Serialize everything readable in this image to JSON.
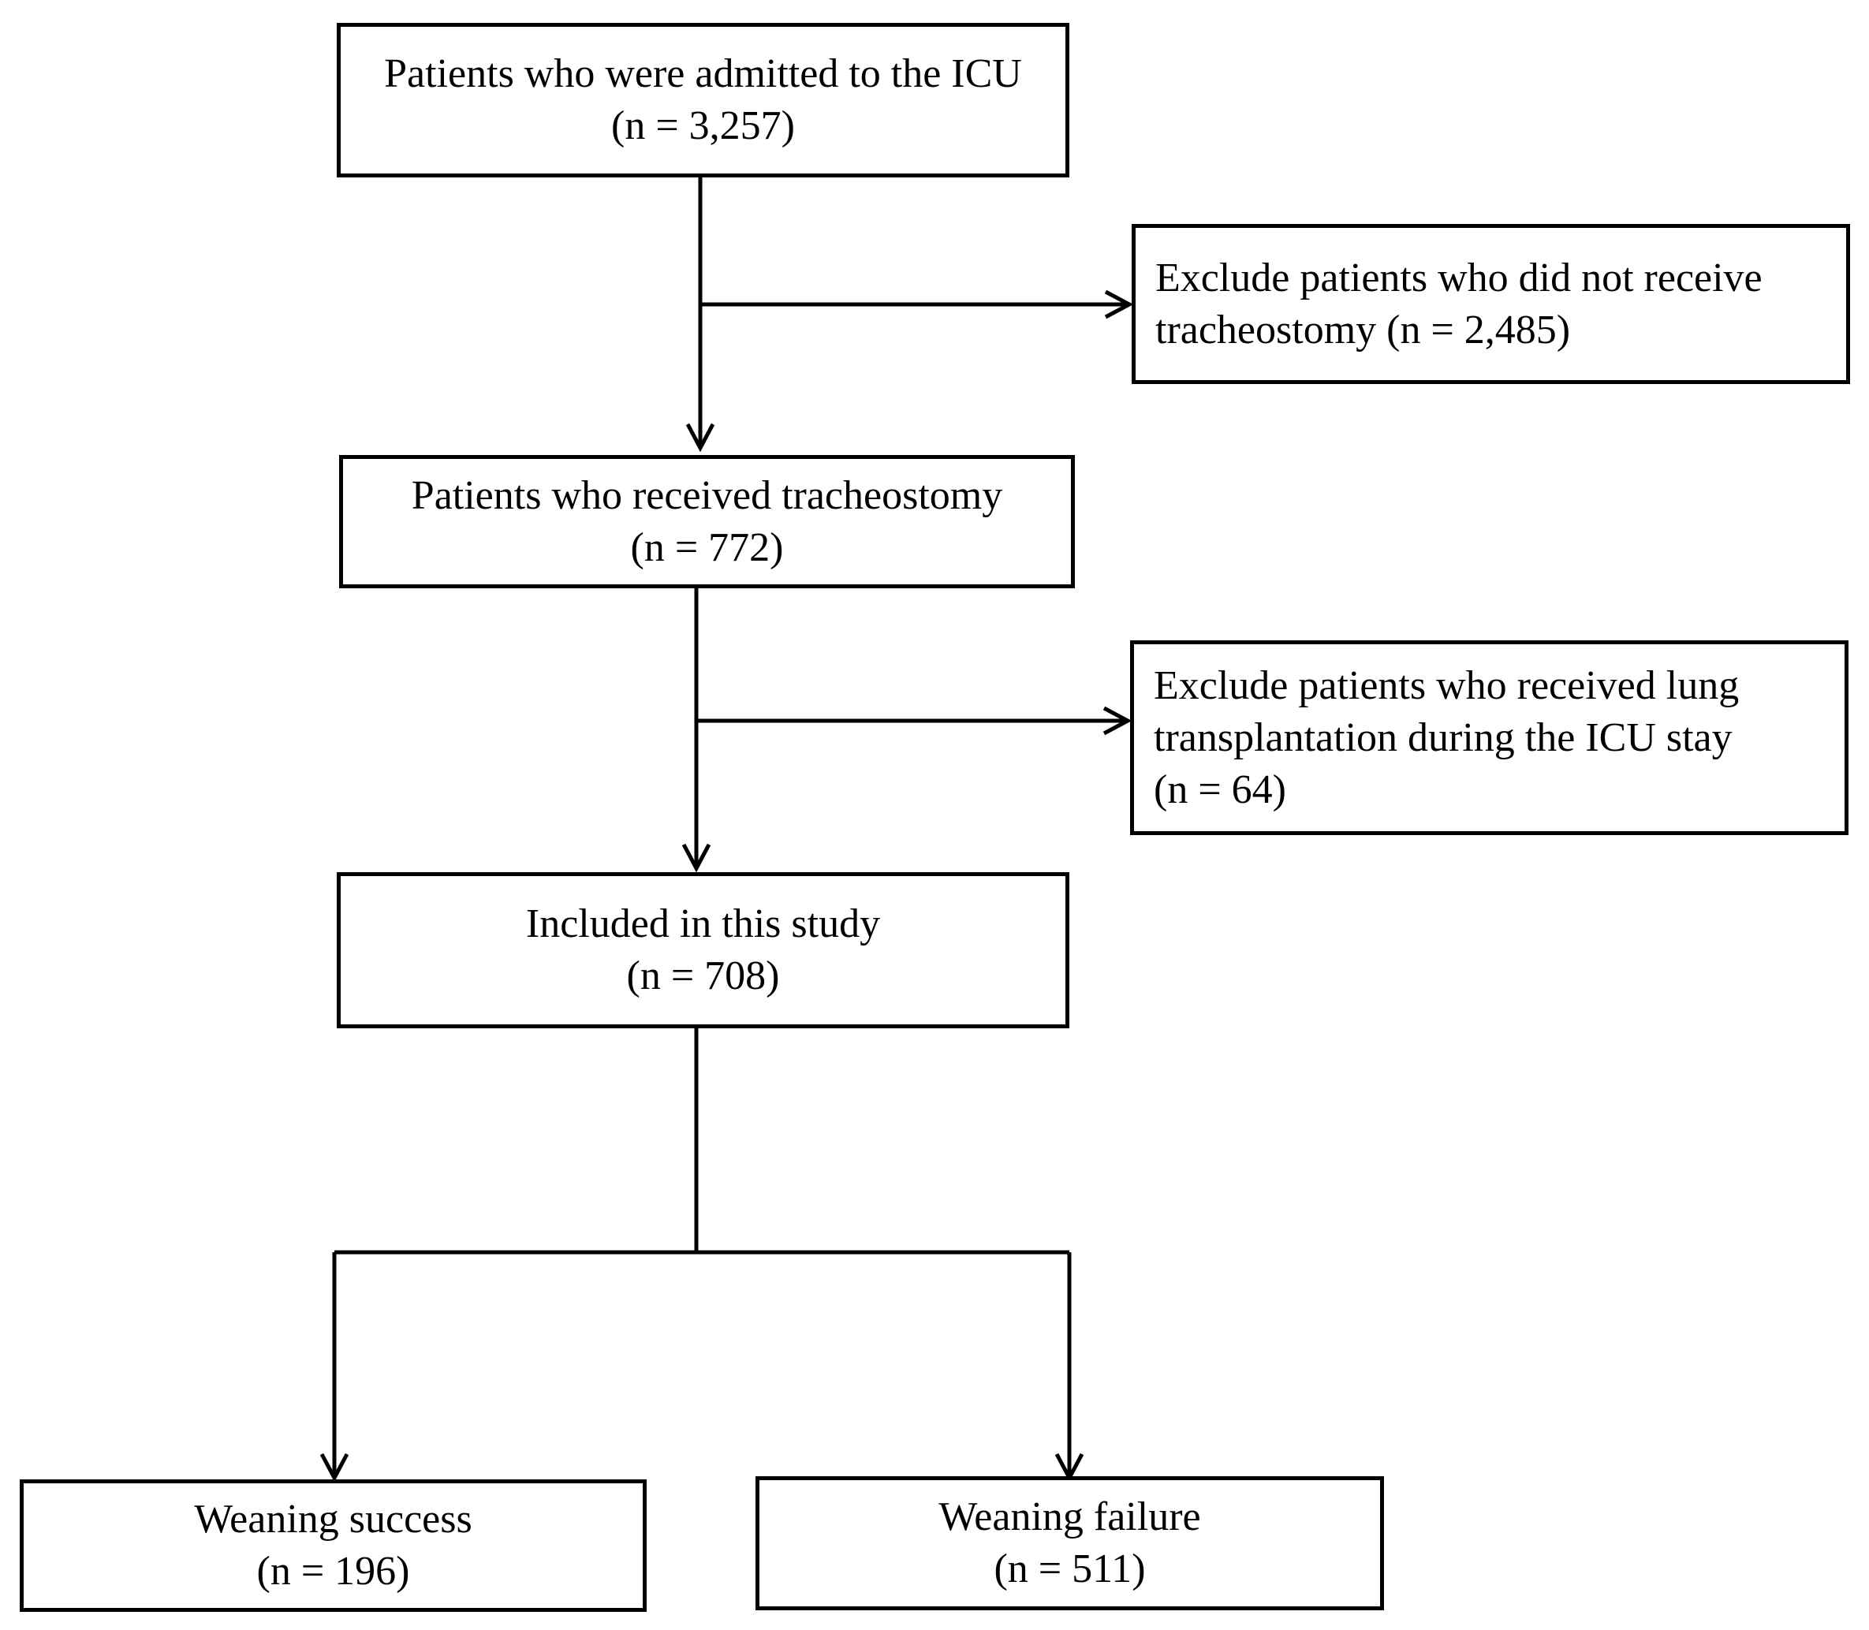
{
  "nodes": {
    "admitted": {
      "label": "Patients who were admitted to the ICU",
      "count": "(n = 3,257)"
    },
    "exclude_no_trach": {
      "line1": "Exclude patients who did not receive",
      "line2": "tracheostomy (n = 2,485)"
    },
    "received_trach": {
      "label": "Patients who received tracheostomy",
      "count": "(n = 772)"
    },
    "exclude_lung_tx": {
      "line1": "Exclude patients who received lung",
      "line2": "transplantation during the ICU stay",
      "line3": "(n = 64)"
    },
    "included": {
      "label": "Included in this study",
      "count": "(n = 708)"
    },
    "weaning_success": {
      "label": "Weaning success",
      "count": "(n = 196)"
    },
    "weaning_failure": {
      "label": "Weaning failure",
      "count": "(n = 511)"
    }
  },
  "edges": [
    {
      "from": "admitted",
      "to": "received_trach"
    },
    {
      "from": "admitted",
      "to": "exclude_no_trach"
    },
    {
      "from": "received_trach",
      "to": "included"
    },
    {
      "from": "received_trach",
      "to": "exclude_lung_tx"
    },
    {
      "from": "included",
      "to": "weaning_success"
    },
    {
      "from": "included",
      "to": "weaning_failure"
    }
  ],
  "colors": {
    "stroke": "#000000",
    "background": "#ffffff"
  }
}
